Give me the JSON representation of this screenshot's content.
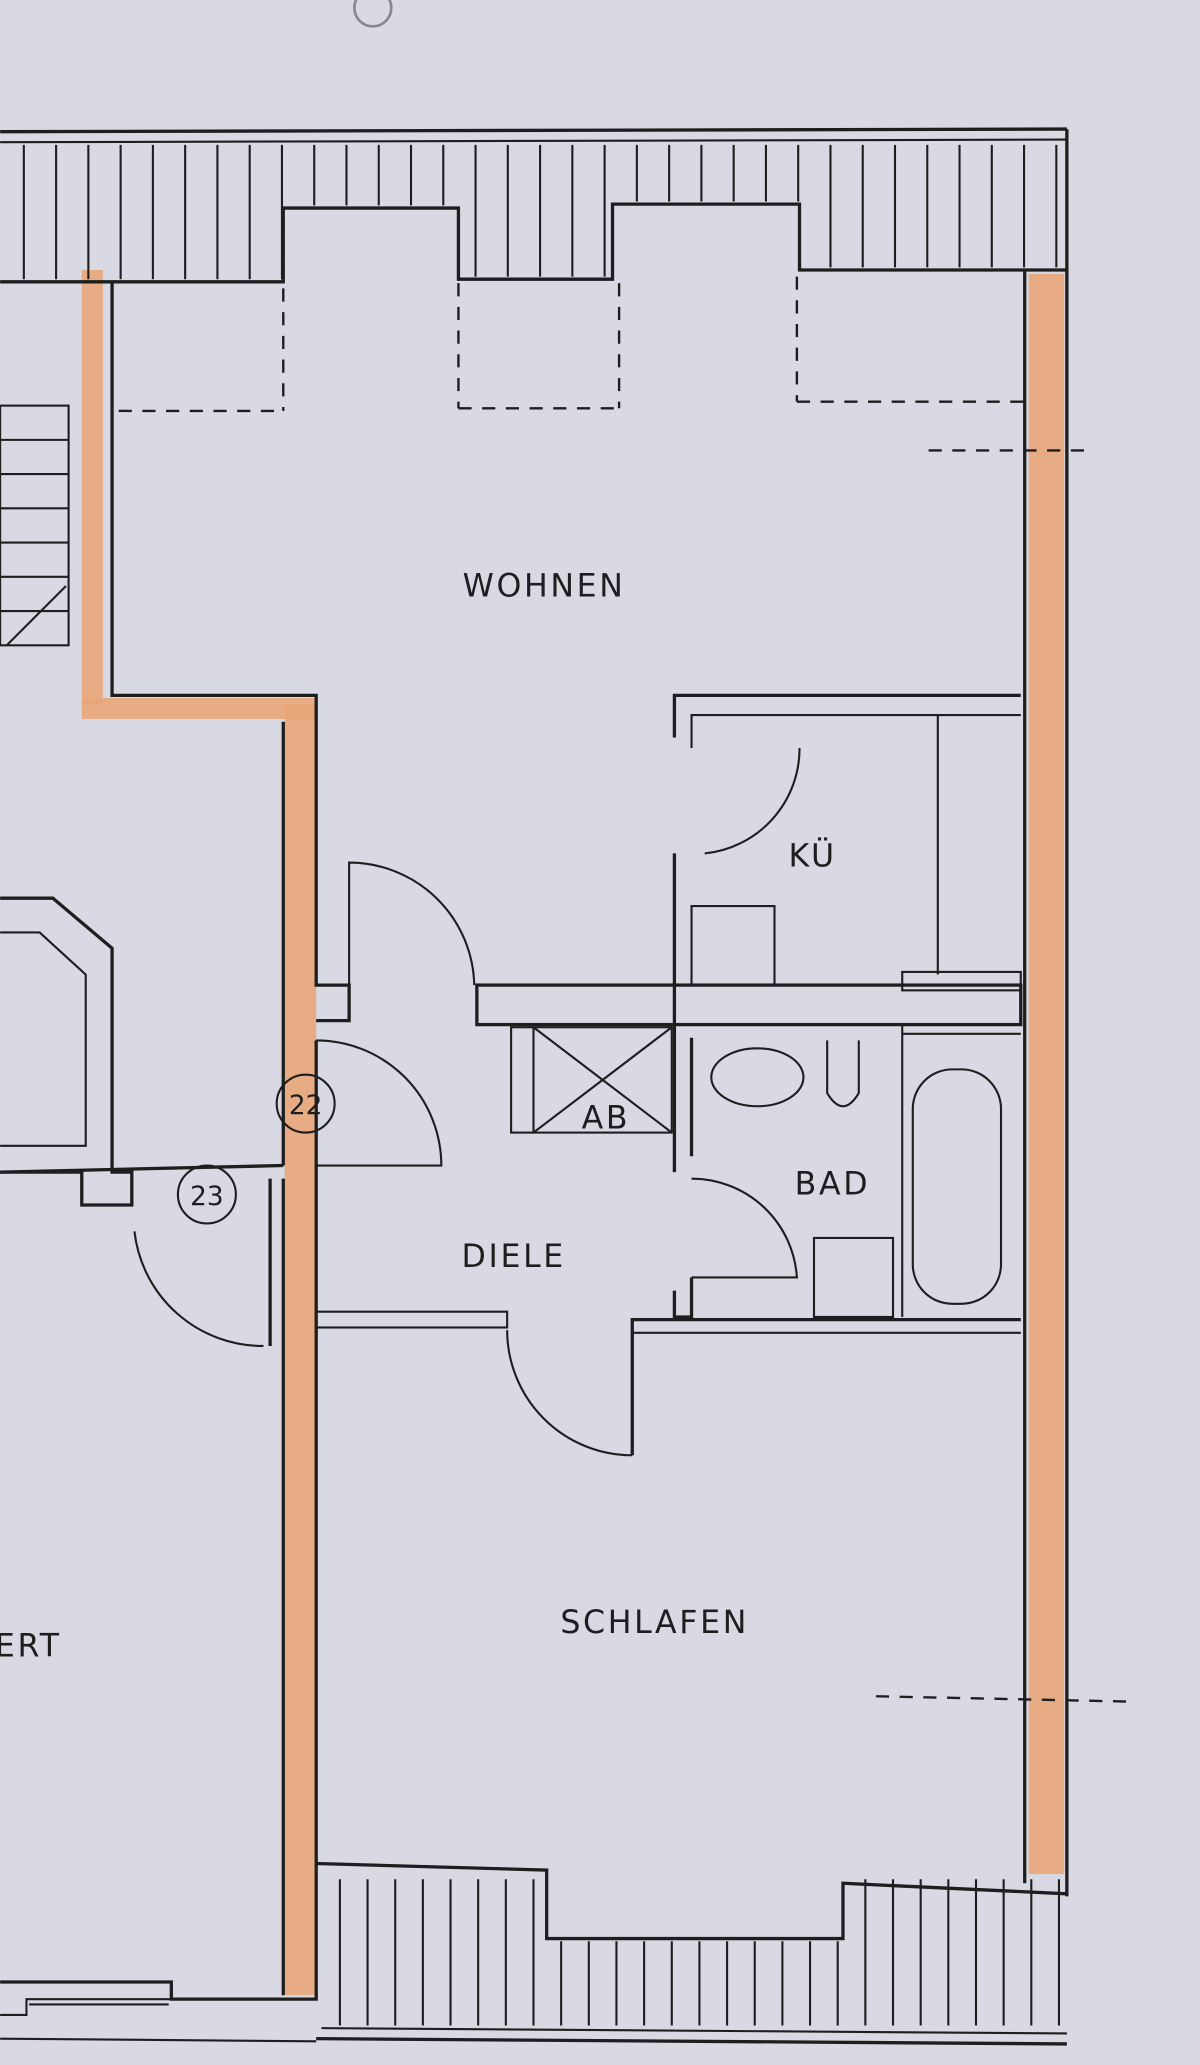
{
  "plan": {
    "rooms": {
      "wohnen": "WOHNEN",
      "kueche": "KÜ",
      "abstellraum": "AB",
      "bad": "BAD",
      "diele": "DIELE",
      "schlafen": "SCHLAFEN",
      "neighbor_room_partial": "ERT"
    },
    "door_numbers": [
      "22",
      "23"
    ],
    "colors": {
      "paper": "#d8d9e3",
      "lines": "#1e1e1e",
      "highlight_wall": "#e9a678"
    }
  }
}
